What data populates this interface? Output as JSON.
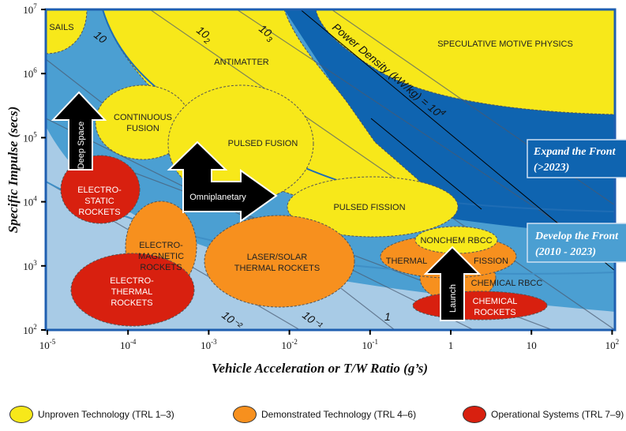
{
  "chart_data": {
    "type": "diagram",
    "title": "",
    "xlabel": "Vehicle Acceleration or T/W Ratio (g’s)",
    "ylabel": "Specific Impulse (secs)",
    "xscale": "log",
    "yscale": "log",
    "xlim": [
      1e-05,
      100
    ],
    "ylim": [
      100,
      10000000
    ],
    "xticks": [
      "10-5",
      "10-4",
      "10-3",
      "10-2",
      "10-1",
      "1",
      "10",
      "102"
    ],
    "xtick_base": [
      "10",
      "10",
      "10",
      "10",
      "10",
      "1",
      "10",
      "10"
    ],
    "xtick_exp": [
      "-5",
      "-4",
      "-3",
      "-2",
      "-1",
      "",
      "",
      "2"
    ],
    "ytick_exp": [
      "7",
      "6",
      "5",
      "4",
      "3",
      "2"
    ],
    "regions": [
      {
        "name": "SAILS",
        "class": "unproven"
      },
      {
        "name": "ANTIMATTER",
        "class": "unproven"
      },
      {
        "name": "SPECULATIVE MOTIVE PHYSICS",
        "class": "unproven"
      },
      {
        "name": "CONTINUOUS FUSION",
        "class": "unproven"
      },
      {
        "name": "PULSED FUSION",
        "class": "unproven"
      },
      {
        "name": "PULSED FISSION",
        "class": "unproven"
      },
      {
        "name": "NONCHEM RBCC",
        "class": "unproven"
      },
      {
        "name": "ELECTRO-STATIC ROCKETS",
        "class": "operational"
      },
      {
        "name": "ELECTRO-MAGNETIC ROCKETS",
        "class": "demonstrated"
      },
      {
        "name": "ELECTRO-THERMAL ROCKETS",
        "class": "operational"
      },
      {
        "name": "LASER/SOLAR THERMAL ROCKETS",
        "class": "demonstrated"
      },
      {
        "name": "THERMAL FISSION",
        "class": "demonstrated"
      },
      {
        "name": "CHEMICAL RBCC",
        "class": "demonstrated"
      },
      {
        "name": "CHEMICAL ROCKETS",
        "class": "operational"
      }
    ],
    "iso_power_labels": [
      "10",
      "10²",
      "10³",
      "10⁻²",
      "10⁻¹",
      "1"
    ],
    "power_density_label": "Power Density (kW/kg) = 10⁴",
    "arrows": [
      "Deep Space",
      "Omniplanetary",
      "Launch"
    ],
    "fronts": [
      {
        "line1": "Expand the Front",
        "line2": "(>2023)"
      },
      {
        "line1": "Develop the Front",
        "line2": "(2010 - 2023)"
      }
    ],
    "legend": [
      {
        "label": "Unproven Technology (TRL 1–3)",
        "color": "#f7e81a"
      },
      {
        "label": "Demonstrated Technology (TRL 4–6)",
        "color": "#f7901e"
      },
      {
        "label": "Operational Systems (TRL 7–9)",
        "color": "#d8200f"
      }
    ]
  },
  "labels": {
    "sails": "SAILS",
    "antimatter": "ANTIMATTER",
    "smp": "SPECULATIVE MOTIVE PHYSICS",
    "cf1": "CONTINUOUS",
    "cf2": "FUSION",
    "pfus": "PULSED FUSION",
    "pfis": "PULSED FISSION",
    "es1": "ELECTRO-",
    "es2": "STATIC",
    "es3": "ROCKETS",
    "em1": "ELECTRO-",
    "em2": "MAGNETIC",
    "em3": "ROCKETS",
    "et1": "ELECTRO-",
    "et2": "THERMAL",
    "et3": "ROCKETS",
    "ls1": "LASER/SOLAR",
    "ls2": "THERMAL ROCKETS",
    "nonchem": "NONCHEM RBCC",
    "thermal": "THERMAL",
    "fission": "FISSION",
    "crbcc": "CHEMICAL RBCC",
    "cr1": "CHEMICAL",
    "cr2": "ROCKETS",
    "iso10": "10",
    "iso100": "10",
    "iso100e": "2",
    "iso1000": "10",
    "iso1000e": "3",
    "isom2": "10",
    "isom2e": "-2",
    "isom1": "10",
    "isom1e": "-1",
    "iso1": "1",
    "power": "Power Density (kW/kg) = 10",
    "power_e": "4",
    "deep": "Deep Space",
    "omni": "Omniplanetary",
    "launch": "Launch",
    "exp1": "Expand the Front",
    "exp2": "(>2023)",
    "dev1": "Develop the Front",
    "dev2": "(2010 - 2023)",
    "ten": "10",
    "one": "1"
  },
  "colors": {
    "unproven": "#f7e81a",
    "demonstrated": "#f7901e",
    "operational": "#d8200f",
    "light": "#a8cbe6",
    "mid": "#4b9fd2",
    "dark": "#0f64b0"
  }
}
